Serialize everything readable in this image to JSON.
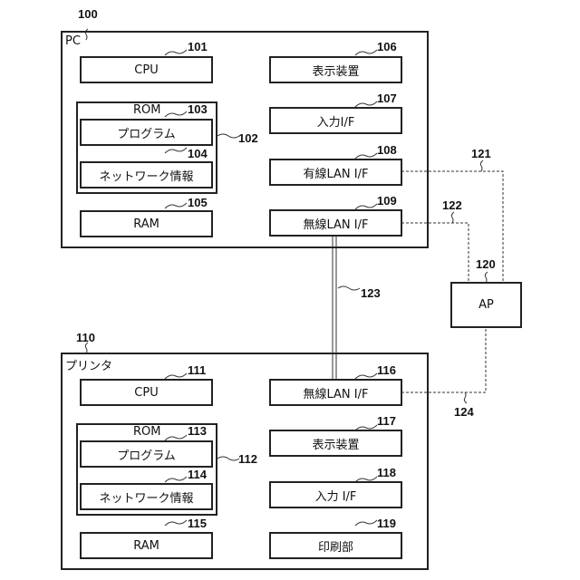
{
  "pc": {
    "ref": "100",
    "title": "PC",
    "cpu": {
      "ref": "101",
      "label": "CPU"
    },
    "rom": {
      "ref": "102",
      "label": "ROM",
      "program": {
        "ref": "103",
        "label": "プログラム"
      },
      "network_info": {
        "ref": "104",
        "label": "ネットワーク情報"
      }
    },
    "ram": {
      "ref": "105",
      "label": "RAM"
    },
    "display": {
      "ref": "106",
      "label": "表示装置"
    },
    "input_if": {
      "ref": "107",
      "label": "入力I/F"
    },
    "wired_lan": {
      "ref": "108",
      "label": "有線LAN I/F"
    },
    "wireless_lan": {
      "ref": "109",
      "label": "無線LAN I/F"
    }
  },
  "printer": {
    "ref": "110",
    "title": "プリンタ",
    "cpu": {
      "ref": "111",
      "label": "CPU"
    },
    "rom": {
      "ref": "112",
      "label": "ROM",
      "program": {
        "ref": "113",
        "label": "プログラム"
      },
      "network_info": {
        "ref": "114",
        "label": "ネットワーク情報"
      }
    },
    "ram": {
      "ref": "115",
      "label": "RAM"
    },
    "wireless_lan": {
      "ref": "116",
      "label": "無線LAN I/F"
    },
    "display": {
      "ref": "117",
      "label": "表示装置"
    },
    "input_if": {
      "ref": "118",
      "label": "入力 I/F"
    },
    "print_unit": {
      "ref": "119",
      "label": "印刷部"
    }
  },
  "ap": {
    "ref": "120",
    "label": "AP"
  },
  "links": {
    "wired_pc_ap": "121",
    "wireless_pc_ap": "122",
    "direct_pc_printer": "123",
    "wireless_printer_ap": "124"
  }
}
